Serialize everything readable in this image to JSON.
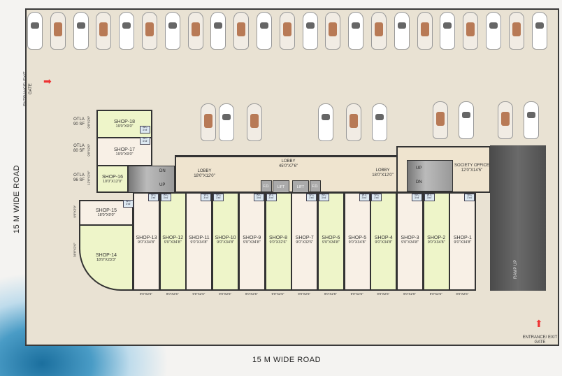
{
  "roads": {
    "left": "15 M WIDE ROAD",
    "bottom": "15 M WIDE ROAD"
  },
  "gates": {
    "top_left": "ENTRANCE/ EXIT GATE",
    "bottom_right": "ENTRANCE/ EXIT GATE"
  },
  "upper_shops": [
    {
      "name": "SHOP-18",
      "size": "19'0\"X9'0\"",
      "otla": "OTLA 90 SF",
      "depth": "9'0\"X2'0\""
    },
    {
      "name": "SHOP-17",
      "size": "19'0\"X9'0\"",
      "otla": "OTLA 80 SF",
      "depth": "9'0\"X2'0\""
    },
    {
      "name": "SHOP-16",
      "size": "10'0\"X12'0\"",
      "otla": "OTLA 96 SF",
      "depth": "12'0\"X2'0\""
    },
    {
      "name": "SHOP-15",
      "size": "18'0\"X9'0\"",
      "depth": "9'0\"X2'0\""
    },
    {
      "name": "SHOP-14",
      "size": "18'9\"X23'3\"",
      "depth": "36'0\"X2'6\""
    }
  ],
  "shops": [
    {
      "name": "SHOP-13",
      "size": "9'0\"X34'8\"",
      "front": "9'0\"X2'6\""
    },
    {
      "name": "SHOP-12",
      "size": "9'0\"X34'8\"",
      "front": "9'0\"X2'6\""
    },
    {
      "name": "SHOP-11",
      "size": "9'0\"X34'8\"",
      "front": "9'0\"X2'6\""
    },
    {
      "name": "SHOP-10",
      "size": "9'0\"X34'8\"",
      "front": "9'0\"X2'6\""
    },
    {
      "name": "SHOP-9",
      "size": "9'0\"X34'8\"",
      "front": "9'0\"X2'6\""
    },
    {
      "name": "SHOP-8",
      "size": "9'0\"X32'6\"",
      "front": "9'0\"X2'6\""
    },
    {
      "name": "SHOP-7",
      "size": "9'0\"X32'6\"",
      "front": "9'0\"X2'6\""
    },
    {
      "name": "SHOP-6",
      "size": "9'0\"X34'8\"",
      "front": "9'0\"X2'6\""
    },
    {
      "name": "SHOP-5",
      "size": "9'0\"X34'8\"",
      "front": "9'0\"X2'6\""
    },
    {
      "name": "SHOP-4",
      "size": "9'0\"X34'8\"",
      "front": "9'0\"X2'6\""
    },
    {
      "name": "SHOP-3",
      "size": "9'0\"X34'8\"",
      "front": "9'0\"X2'6\""
    },
    {
      "name": "SHOP-2",
      "size": "9'0\"X34'8\"",
      "front": "9'0\"X2'6\""
    },
    {
      "name": "SHOP-1",
      "size": "9'0\"X34'8\"",
      "front": "9'0\"X2'6\""
    }
  ],
  "wc_label": "W.C 3'x4'",
  "lobbies": [
    {
      "name": "LOBBY",
      "size": "18'0\"X12'0\""
    },
    {
      "name": "LOBBY",
      "size": "45'0\"X7'6\""
    },
    {
      "name": "LOBBY",
      "size": "18'0\"X12'0\""
    }
  ],
  "society_office": {
    "name": "SOCIETY OFFICE",
    "size": "12'0\"X14'5\""
  },
  "stairs": {
    "dn": "DN",
    "up": "UP"
  },
  "lift": "LIFT",
  "fd": "F.D.",
  "ramp": "RAMP UP",
  "colors": {
    "shop_green": "#eef5c9",
    "shop_pink": "#f8f0e6",
    "ramp": "#555555",
    "arrow": "#e33333"
  }
}
